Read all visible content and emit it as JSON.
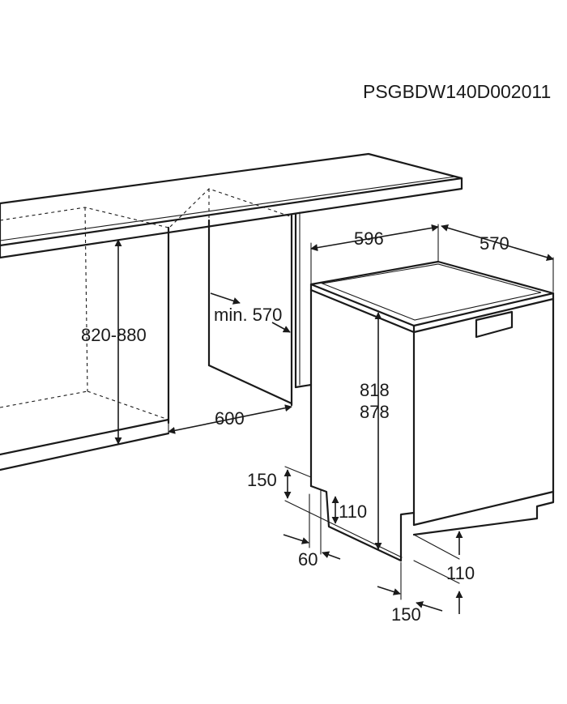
{
  "figure_code": "PSGBDW140D002011",
  "dimensions": {
    "niche_height": "820-880",
    "niche_depth_min": "min. 570",
    "niche_width": "600",
    "appliance_width": "596",
    "appliance_depth": "570",
    "appliance_height_min": "818",
    "appliance_height_max": "878",
    "plinth_height_left": "150",
    "plinth_inner_height_left": "110",
    "plinth_depth": "60",
    "plinth_inner_height_right": "110",
    "plinth_height_right": "150"
  }
}
